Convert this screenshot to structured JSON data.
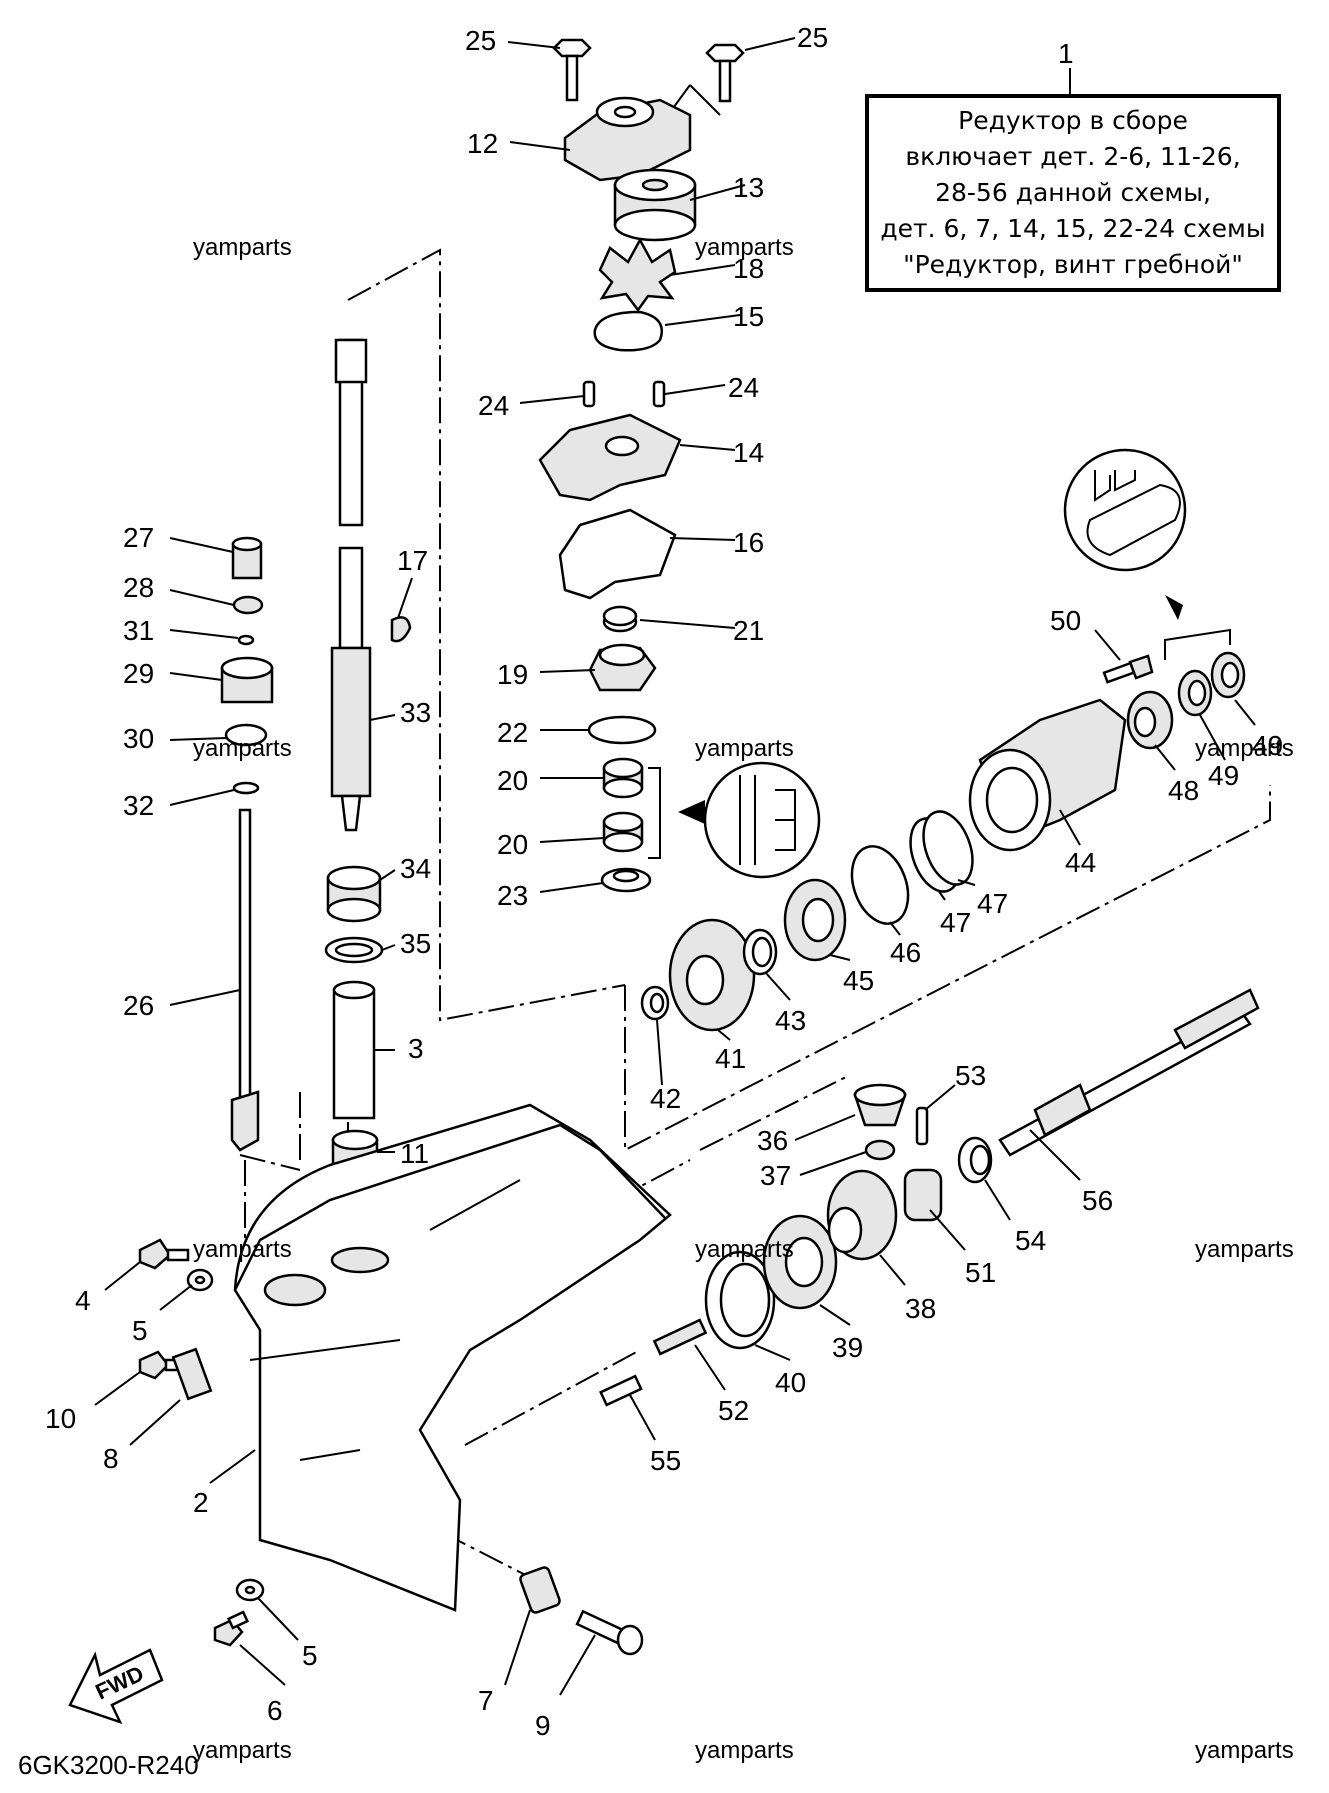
{
  "note": {
    "ref": "1",
    "lines": [
      "Редуктор в сборе",
      "включает дет. 2-6, 11-26,",
      "28-56 данной схемы,",
      "дет. 6, 7, 14, 15, 22-24 схемы",
      "\"Редуктор, винт гребной\""
    ]
  },
  "diagram_code": "6GK3200-R240",
  "fwd_label": "FWD",
  "watermark": "yamparts",
  "callouts": [
    "25",
    "25",
    "12",
    "13",
    "18",
    "15",
    "24",
    "24",
    "14",
    "16",
    "21",
    "19",
    "22",
    "20",
    "20",
    "23",
    "27",
    "28",
    "31",
    "29",
    "30",
    "32",
    "17",
    "33",
    "34",
    "35",
    "3",
    "11",
    "26",
    "4",
    "5",
    "10",
    "8",
    "2",
    "5",
    "6",
    "7",
    "9",
    "55",
    "52",
    "40",
    "39",
    "38",
    "51",
    "54",
    "56",
    "53",
    "36",
    "37",
    "42",
    "41",
    "43",
    "45",
    "46",
    "47",
    "47",
    "44",
    "48",
    "49",
    "49",
    "50"
  ]
}
